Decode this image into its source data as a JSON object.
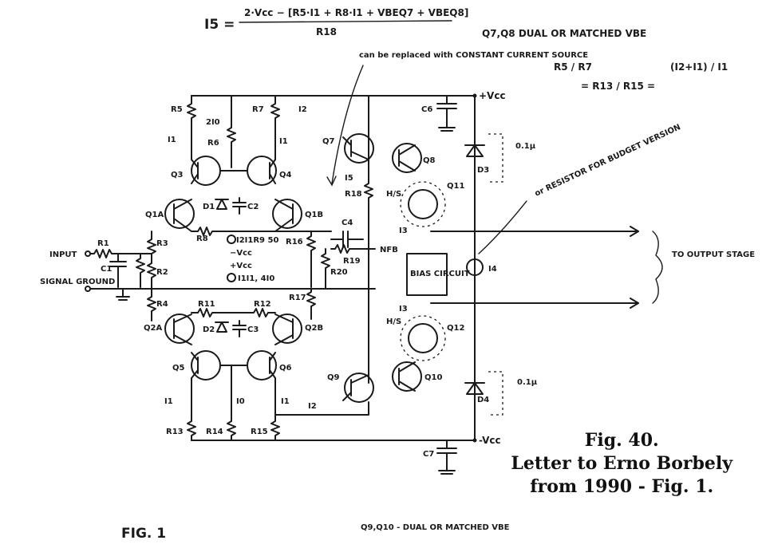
{
  "figure": {
    "number": "Fig. 40.",
    "caption_line1": "Letter to Erno Borbely",
    "caption_line2": "from 1990 - Fig. 1.",
    "sketch_label": "FIG. 1"
  },
  "notes": {
    "formula_lhs": "I5 =",
    "formula_numerator": "2·Vcc − [R5·I1 + R8·I1 + VBEQ7 + VBEQ8]",
    "formula_denominator": "R18",
    "q7q8": "Q7,Q8 DUAL OR MATCHED VBE",
    "ratio_left": "R5 / R7",
    "ratio_mid": "= R13 / R15 =",
    "ratio_right": "(I2+I1) / I1",
    "constant_current": "can be replaced with CONSTANT CURRENT SOURCE",
    "resistor_note": "or RESISTOR FOR BUDGET VERSION",
    "q9q10": "Q9,Q10 - DUAL OR MATCHED VBE",
    "to_output": "TO OUTPUT STAGE"
  },
  "rails": {
    "pos": "+Vcc",
    "neg": "-Vcc"
  },
  "io": {
    "input": "INPUT",
    "signal_ground": "SIGNAL GROUND"
  },
  "components": {
    "r1": "R1",
    "r2": "R2",
    "r3": "R3",
    "r4": "R4",
    "r5": "R5",
    "r6": "R6",
    "r7": "R7",
    "r8": "R8",
    "r11": "R11",
    "r12": "R12",
    "r13": "R13",
    "r14": "R14",
    "r15": "R15",
    "r16": "R16",
    "r17": "R17",
    "r18": "R18",
    "r19": "R19",
    "r20": "R20",
    "c1": "C1",
    "c2": "C2",
    "c3": "C3",
    "c4": "C4",
    "c6": "C6",
    "c7": "C7",
    "d1": "D1",
    "d2": "D2",
    "d3": "D3",
    "d4": "D4",
    "q1a": "Q1A",
    "q1b": "Q1B",
    "q2a": "Q2A",
    "q2b": "Q2B",
    "q3": "Q3",
    "q4": "Q4",
    "q5": "Q5",
    "q6": "Q6",
    "q7": "Q7",
    "q8": "Q8",
    "q9": "Q9",
    "q10": "Q10",
    "q11": "Q11",
    "q12": "Q12",
    "bias": "BIAS CIRCUIT",
    "hs1": "H/S",
    "hs2": "H/S",
    "cap01a": "0.1µ",
    "cap01b": "0.1µ",
    "nfb": "NFB"
  },
  "currents": {
    "i1": "I1",
    "i2": "I2",
    "i3": "I3",
    "i4": "I4",
    "i5": "I5",
    "i0": "I0",
    "twoi0": "2I0",
    "pos_vcc_node": "−Vcc",
    "neg_vcc_node": "+Vcc",
    "node_top": "I2I1R9 50",
    "node_bot": "I1I1, 4I0"
  }
}
